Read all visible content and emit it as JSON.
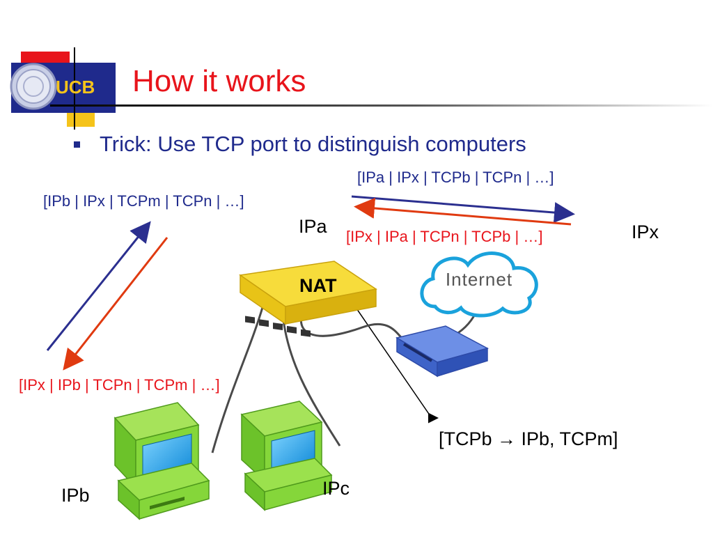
{
  "slide": {
    "title": "How it works",
    "bullet": "Trick: Use TCP port to distinguish computers"
  },
  "logo": {
    "text": "UCB"
  },
  "diagram": {
    "packet_a_to_x": "[IPa | IPx | TCPb | TCPn | …]",
    "packet_x_to_a": "[IPx | IPa | TCPn | TCPb | …]",
    "packet_b_to_x": "[IPb | IPx | TCPm | TCPn | …]",
    "packet_x_to_b": "[IPx | IPb | TCPn | TCPm | …]",
    "host_ipa": "IPa",
    "host_ipx": "IPx",
    "host_ipb": "IPb",
    "host_ipc": "IPc",
    "nat_label": "NAT",
    "internet_label": "Internet",
    "mapping_table": "[TCPb → IPb, TCPm]"
  },
  "colors": {
    "title": "#e8141b",
    "bullet": "#1f2a8c",
    "outgoing_arrow": "#2b2f8f",
    "incoming_arrow": "#e03a10",
    "router": "#f5d21e",
    "computer": "#7ed12b",
    "screen": "#1aa6e8",
    "modem": "#3e63c8",
    "cloud_border": "#1aa2dc"
  }
}
